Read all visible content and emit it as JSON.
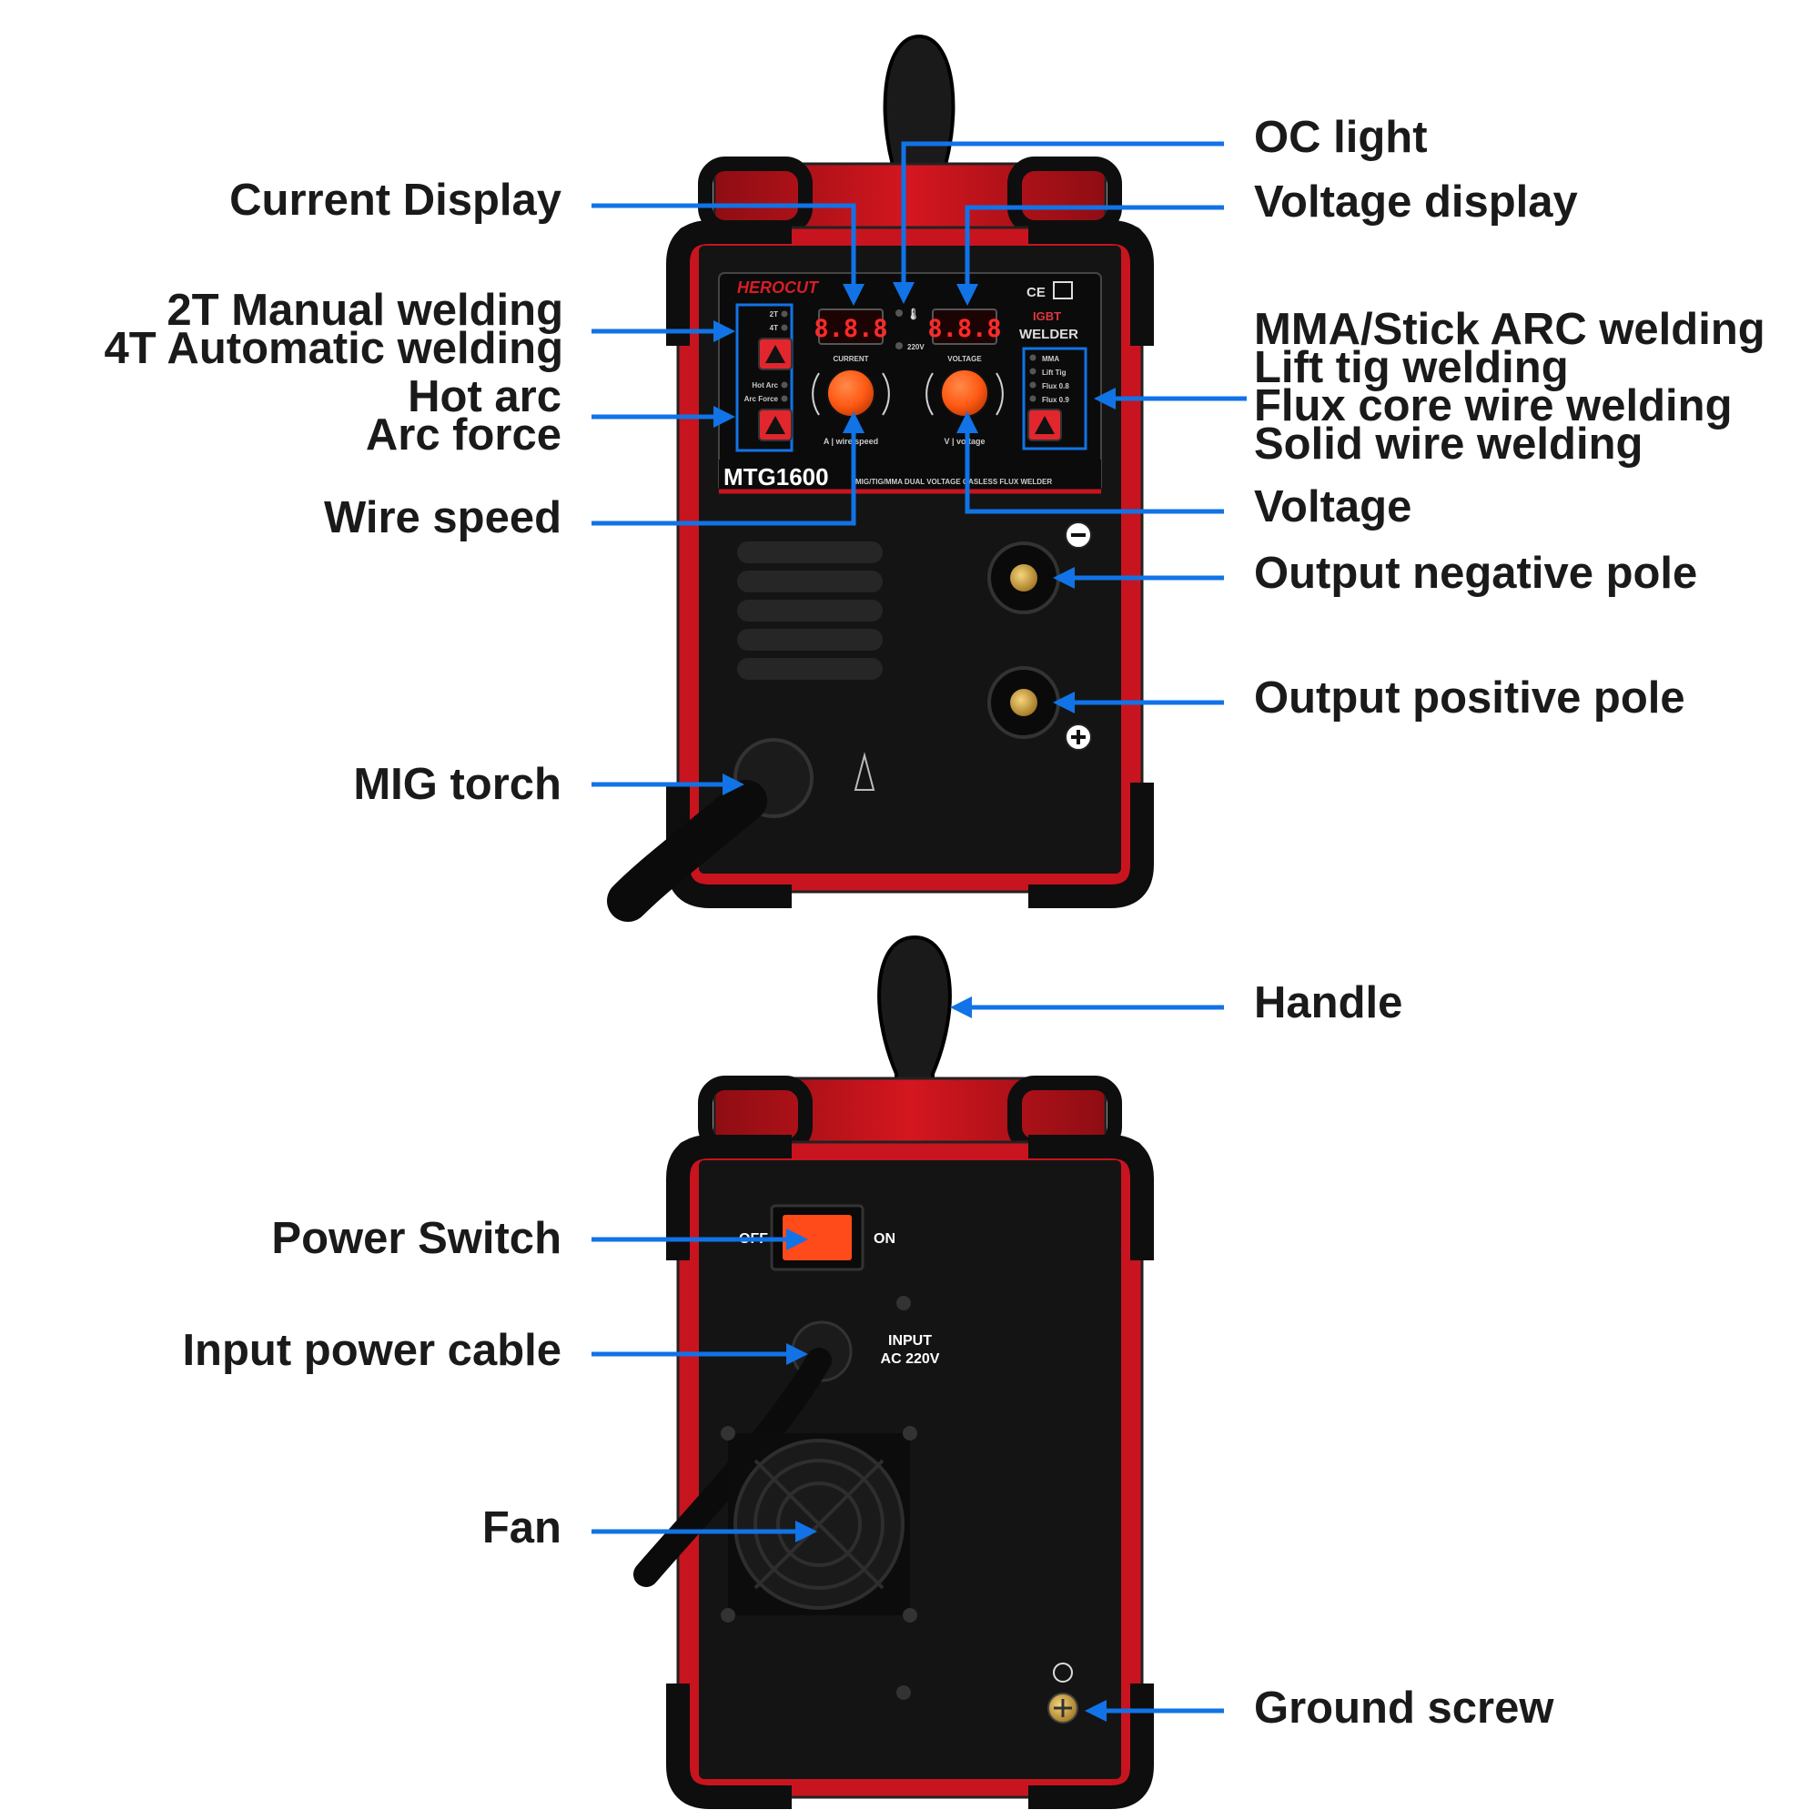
{
  "brand": "HEROCUT",
  "model": "MTG1600",
  "model_subtitle": "MIG/TIG/MMA DUAL VOLTAGE GASLESS FLUX WELDER",
  "badge_igbt": "IGBT",
  "badge_welder": "WELDER",
  "badge_ce": "CE",
  "panel": {
    "display_value": "8.8.8",
    "current_caption": "CURRENT",
    "voltage_caption": "VOLTAGE",
    "indicator_220v": "220V",
    "t2": "2T",
    "t4": "4T",
    "hot_arc": "Hot Arc",
    "arc_force": "Arc Force",
    "modes": [
      "MMA",
      "Lift Tig",
      "Flux 0.8",
      "Flux 0.9"
    ],
    "knob_left_caption": "A | wire speed",
    "knob_right_caption": "V | voltage"
  },
  "back_panel": {
    "off": "OFF",
    "on": "ON",
    "input_line1": "INPUT",
    "input_line2": "AC 220V"
  },
  "labels": {
    "current_display": "Current Display",
    "oc_light": "OC light",
    "voltage_display": "Voltage display",
    "manual_2t": "2T Manual welding",
    "auto_4t": "4T Automatic welding",
    "hot_arc": "Hot arc",
    "arc_force": "Arc force",
    "mma": "MMA/Stick ARC welding",
    "lift_tig": "Lift tig welding",
    "flux_core": "Flux core wire welding",
    "solid_wire": "Solid wire welding",
    "wire_speed": "Wire speed",
    "voltage": "Voltage",
    "neg_pole": "Output negative pole",
    "pos_pole": "Output positive pole",
    "mig_torch": "MIG torch",
    "handle": "Handle",
    "power_switch": "Power Switch",
    "input_cable": "Input power cable",
    "fan": "Fan",
    "ground_screw": "Ground screw"
  },
  "colors": {
    "arrow": "#1173e6",
    "body_red": "#c8141e",
    "panel_black": "#141414",
    "knob_orange": "#ff5a14",
    "led_red": "#ff2a2a"
  }
}
